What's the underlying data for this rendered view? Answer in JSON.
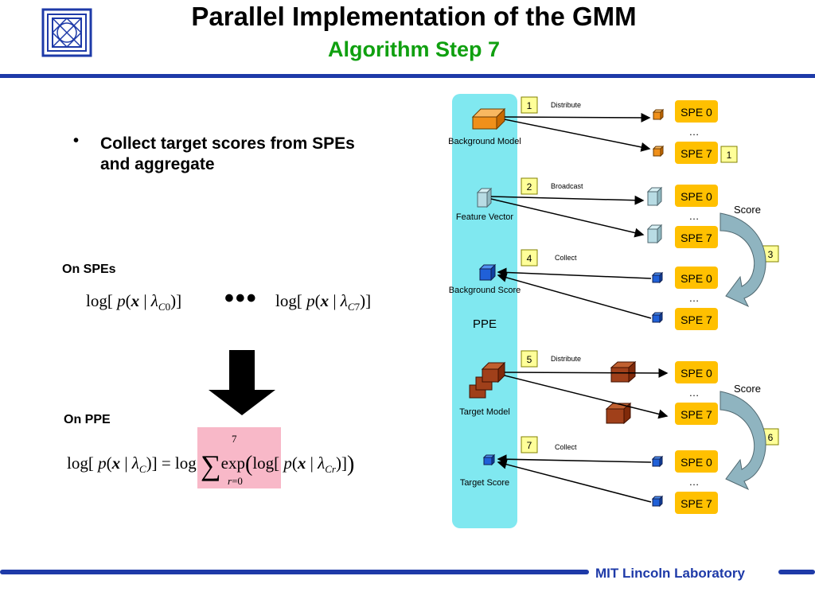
{
  "header": {
    "title": "Parallel Implementation of the GMM",
    "subtitle": "Algorithm Step 7"
  },
  "bullet": {
    "symbol": "•",
    "text": "Collect target scores from SPEs and aggregate"
  },
  "spe_section": {
    "label": "On SPEs",
    "eq_left": "log[ p(x | λC0)]",
    "eq_right": "log[ p(x | λC7)]",
    "dots": "•••"
  },
  "ppe_section": {
    "label": "On PPE",
    "sum_upper": "7",
    "sum_lower": "r=0"
  },
  "diagram": {
    "ppe_label": "PPE",
    "ppe_items": [
      "Background Model",
      "Feature Vector",
      "Background Score",
      "Target Model",
      "Target Score"
    ],
    "steps": [
      {
        "num": "1",
        "label": "Distribute"
      },
      {
        "num": "2",
        "label": "Broadcast"
      },
      {
        "num": "4",
        "label": "Collect"
      },
      {
        "num": "5",
        "label": "Distribute"
      },
      {
        "num": "7",
        "label": "Collect"
      }
    ],
    "side_steps": [
      "1",
      "3",
      "6"
    ],
    "score_label": "Score",
    "spe0": "SPE 0",
    "spe7": "SPE 7",
    "ellipsis": "…",
    "colors": {
      "ppe_bar": "#80e8f0",
      "spe_box": "#ffc000",
      "step_box": "#ffff99",
      "orange": "#f0901a",
      "lightblue": "#b8dce4",
      "blue": "#2060d8",
      "brown": "#a0401a"
    }
  },
  "footer": {
    "org": "MIT Lincoln Laboratory"
  }
}
